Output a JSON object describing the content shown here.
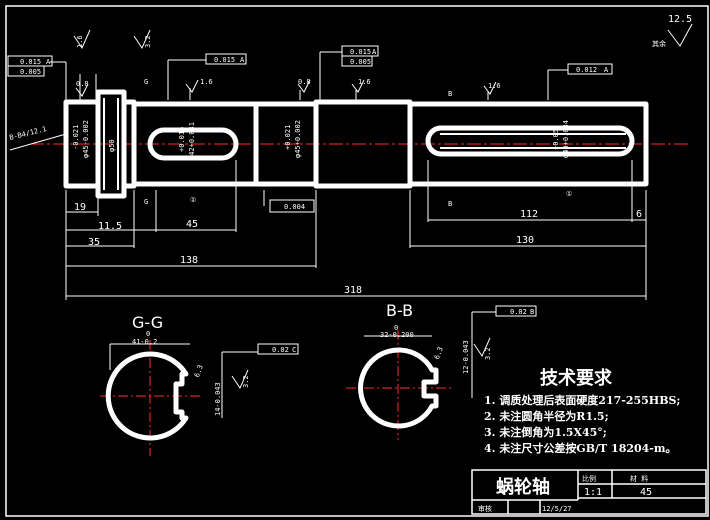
{
  "roughness": {
    "general": "12.5",
    "general_note": "其余",
    "r16": "1.6",
    "r32": "3.2",
    "r08": "0.8",
    "r63": "6.3"
  },
  "tolerances": {
    "runout_a_1": "0.015",
    "datum_a": "A",
    "flat_1": "0.005",
    "runout_a_2": "0.015",
    "flat_2": "0.005",
    "runout_a_3": "0.015",
    "runout_a_4": "0.012",
    "cyl": "0.004",
    "sym_b": "0.02",
    "datum_b": "B",
    "sym_c": "0.02",
    "datum_c": "C"
  },
  "fits": {
    "f1": "-0.021",
    "f1b": "φ45-0.002",
    "f2": "φ50",
    "f3": "+0.016",
    "f3b": "φ42+0.041",
    "f4": "+0.021",
    "f4b": "φ45+0.002",
    "f5": "+0.05",
    "f5b": "φ40+0.034",
    "thread": "B-B4/12.1"
  },
  "markers": {
    "b_top": "B",
    "b_bot": "B",
    "g_top": "G",
    "g_bot": "G",
    "circle": "①"
  },
  "dimensions": {
    "d19": "19",
    "d115": "11.5",
    "d35": "35",
    "d45": "45",
    "d138": "138",
    "d318": "318",
    "d112": "112",
    "d6": "6",
    "d130": "130"
  },
  "sections": {
    "gg_title": "G-G",
    "gg_width": "41-0.2",
    "gg_depth": "14-0.043",
    "bb_title": "B-B",
    "bb_width": "32-0.200",
    "bb_depth": "12-0.043",
    "zero": "0"
  },
  "requirements": {
    "heading": "技术要求",
    "items": [
      "1. 调质处理后表面硬度217-255HBS;",
      "2. 未注圆角半径为R1.5;",
      "3. 未注倒角为1.5X45°;",
      "4. 未注尺寸公差按GB/T 18204-m。"
    ]
  },
  "titleblock": {
    "name": "蜗轮轴",
    "scale_label": "比例",
    "material_label": "材 料",
    "scale": "1:1",
    "material": "45",
    "date": "12/5/27",
    "drawn": "审核"
  }
}
